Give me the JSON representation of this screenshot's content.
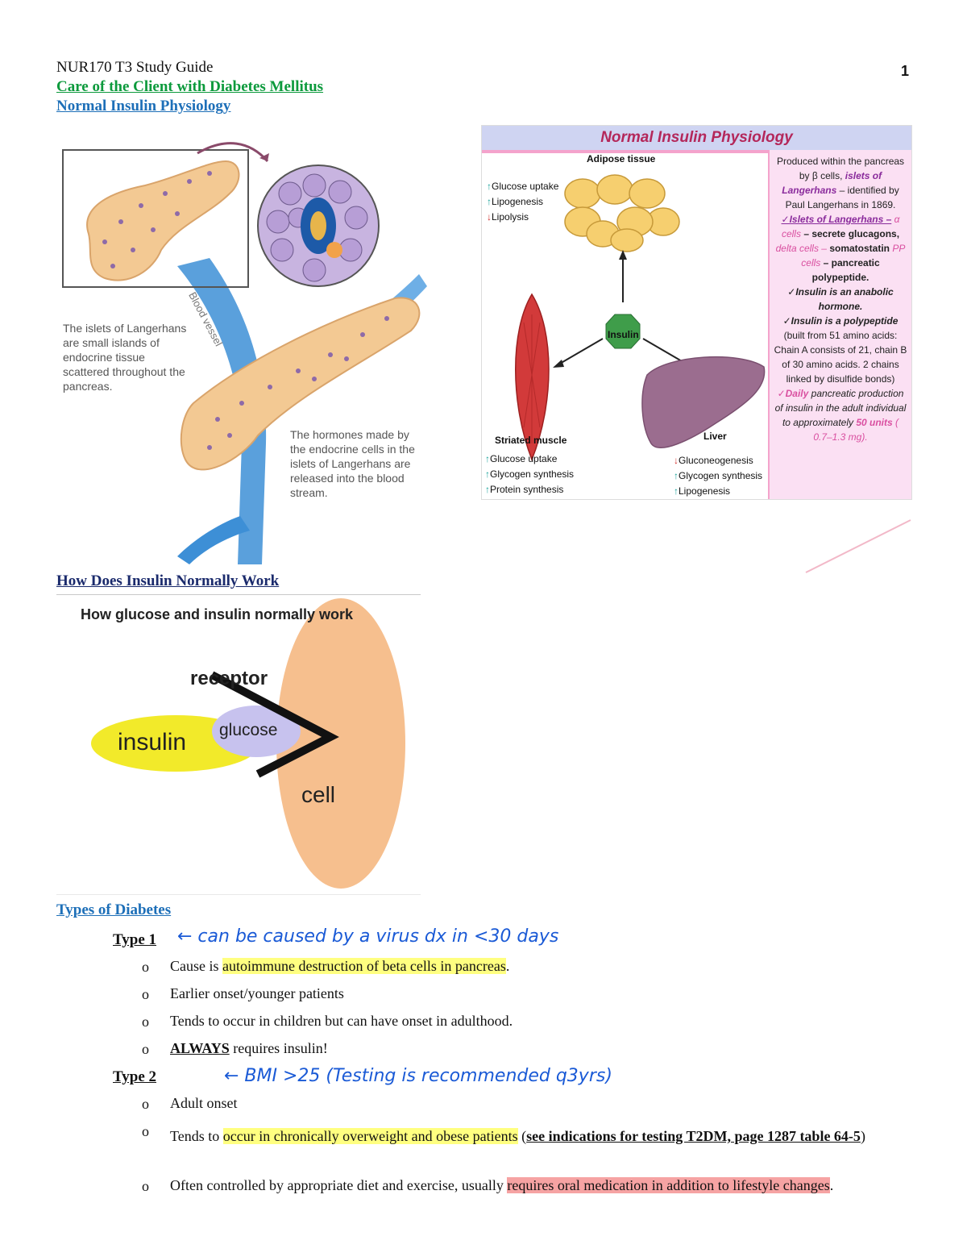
{
  "page": {
    "header": "NUR170 T3 Study Guide",
    "page_number": "1",
    "section_title": "Care of the Client with Diabetes Mellitus",
    "subsection_title": "Normal Insulin Physiology"
  },
  "pancreas_figure": {
    "caption_islets": "The islets of Langerhans are small islands of endocrine tissue scattered throughout the pancreas.",
    "caption_hormones": "The hormones made by the endocrine cells in the islets of Langerhans are released into the blood stream.",
    "vessel_label": "Blood vessel"
  },
  "physiology_figure": {
    "title": "Normal Insulin Physiology",
    "adipose_label": "Adipose tissue",
    "adipose_effects": [
      "Glucose uptake",
      "Lipogenesis",
      "Lipolysis"
    ],
    "insulin_label": "Insulin",
    "muscle_label": "Striated muscle",
    "muscle_effects": [
      "Glucose uptake",
      "Glycogen synthesis",
      "Protein synthesis"
    ],
    "liver_label": "Liver",
    "liver_effects": [
      "Gluconeogenesis",
      "Glycogen synthesis",
      "Lipogenesis"
    ],
    "sidebar": {
      "p1": "Produced within the pancreas by β cells,",
      "p1_em": "islets of Langerhans",
      "p1_tail": "– identified by Paul Langerhans in 1869.",
      "p2_head": "✓Islets of Langerhans –",
      "p2_a": "α cells",
      "p2_a_tail": "– secrete glucagons,",
      "p2_d": "delta cells –",
      "p2_d_tail": "somatostatin",
      "p2_pp": "PP cells",
      "p2_pp_tail": "– pancreatic polypeptide.",
      "p3": "✓Insulin is an anabolic hormone.",
      "p4_head": "✓Insulin is a polypeptide",
      "p4_body": "(built from 51 amino acids: Chain A consists of 21, chain B of 30 amino acids. 2 chains linked by disulfide bonds)",
      "p5_head": "✓Daily",
      "p5_body": "pancreatic production of insulin in the adult individual to approximately",
      "p5_units": "50 units",
      "p5_range": "( 0.7–1.3 mg)."
    }
  },
  "insulin_section": {
    "title": "How Does Insulin Normally Work",
    "figure_title": "How glucose and insulin normally work",
    "receptor": "receptor",
    "glucose": "glucose",
    "insulin": "insulin",
    "cell": "cell"
  },
  "types": {
    "title": "Types of Diabetes",
    "type1": {
      "label": "Type 1",
      "note": "← can be caused by a virus   dx in <30 days",
      "bullets": [
        {
          "pre": "Cause is ",
          "hl": "autoimmune destruction of beta cells in pancreas",
          "post": "."
        },
        {
          "pre": "Earlier onset/younger patients",
          "hl": "",
          "post": ""
        },
        {
          "pre": "Tends to occur in children but can have onset in adulthood.",
          "hl": "",
          "post": ""
        }
      ],
      "always_bold": "ALWAYS",
      "always_rest": " requires insulin!"
    },
    "type2": {
      "label": "Type 2",
      "note": "← BMI >25 (Testing is recommended q3yrs)",
      "bullet1": "Adult onset",
      "bullet2_pre": "Tends to ",
      "bullet2_hl": "occur in chronically overweight and obese patients",
      "bullet2_paren_open": " (",
      "bullet2_ref": "see indications for testing T2DM, page 1287 table 64-5",
      "bullet2_paren_close": ")",
      "bullet3_pre": "Often controlled by appropriate diet and exercise, usually ",
      "bullet3_hl": "requires oral medication in addition to lifestyle changes",
      "bullet3_post": "."
    },
    "bullet_symbol": "o"
  }
}
